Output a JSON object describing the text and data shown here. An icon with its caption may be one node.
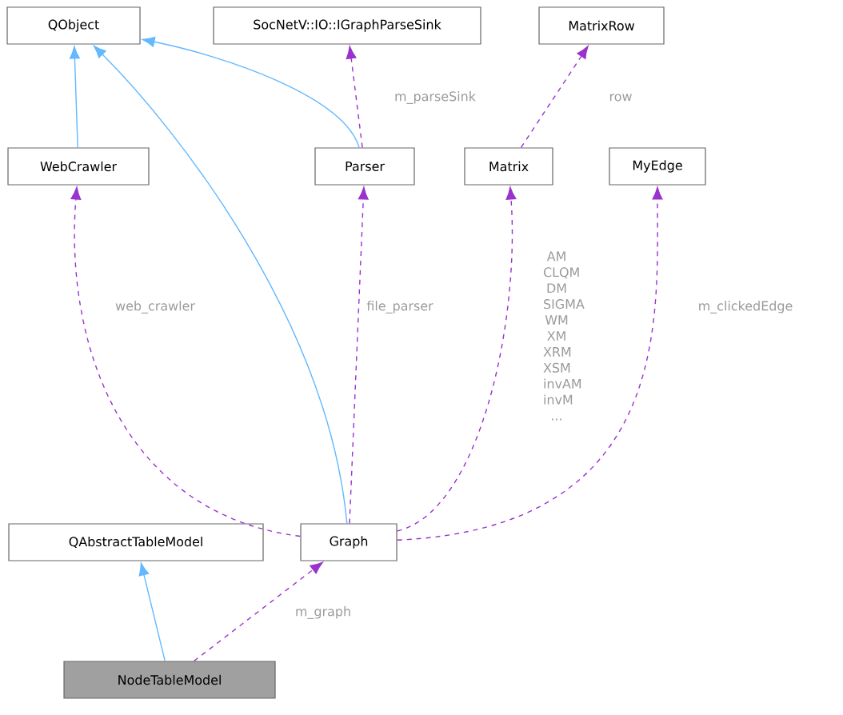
{
  "diagram": {
    "nodes": [
      {
        "text": [
          "QObject"
        ]
      },
      {
        "text": [
          "SocNetV::IO::IGraphParseSink"
        ]
      },
      {
        "text": [
          "MatrixRow"
        ]
      },
      {
        "text": [
          "WebCrawler"
        ]
      },
      {
        "text": [
          "Parser"
        ]
      },
      {
        "text": [
          "Matrix"
        ]
      },
      {
        "text": [
          "MyEdge"
        ]
      },
      {
        "text": [
          "QAbstractTableModel"
        ]
      },
      {
        "text": [
          "Graph"
        ]
      },
      {
        "text": [
          "NodeTableModel"
        ]
      }
    ],
    "edges": [
      {
        "from": 3,
        "to": 0,
        "arrow": "to",
        "color": "#63b8ff"
      },
      {
        "from": 4,
        "to": 0,
        "arrow": "to",
        "color": "#63b8ff"
      },
      {
        "from": 8,
        "to": 0,
        "arrow": "to",
        "color": "#63b8ff"
      },
      {
        "from": 9,
        "to": 7,
        "arrow": "to",
        "color": "#63b8ff"
      },
      {
        "from": 4,
        "to": 1,
        "arrow": "to",
        "style": "dashed",
        "label": "m_parseSink"
      },
      {
        "from": 5,
        "to": 2,
        "arrow": "to",
        "style": "dashed",
        "label": "row"
      },
      {
        "from": 8,
        "to": 3,
        "arrow": "to",
        "style": "dashed",
        "label": "web_crawler"
      },
      {
        "from": 8,
        "to": 4,
        "arrow": "to",
        "style": "dashed",
        "label": "file_parser"
      },
      {
        "from": 8,
        "to": 5,
        "arrow": "to",
        "style": "dashed",
        "label": "AM CLQM DM SIGMA WM XM XRM XSM invAM invM ..."
      },
      {
        "from": 8,
        "to": 6,
        "arrow": "to",
        "style": "dashed",
        "label": "m_clickedEdge"
      },
      {
        "from": 9,
        "to": 8,
        "arrow": "to",
        "style": "dashed",
        "label": "m_graph"
      }
    ]
  }
}
